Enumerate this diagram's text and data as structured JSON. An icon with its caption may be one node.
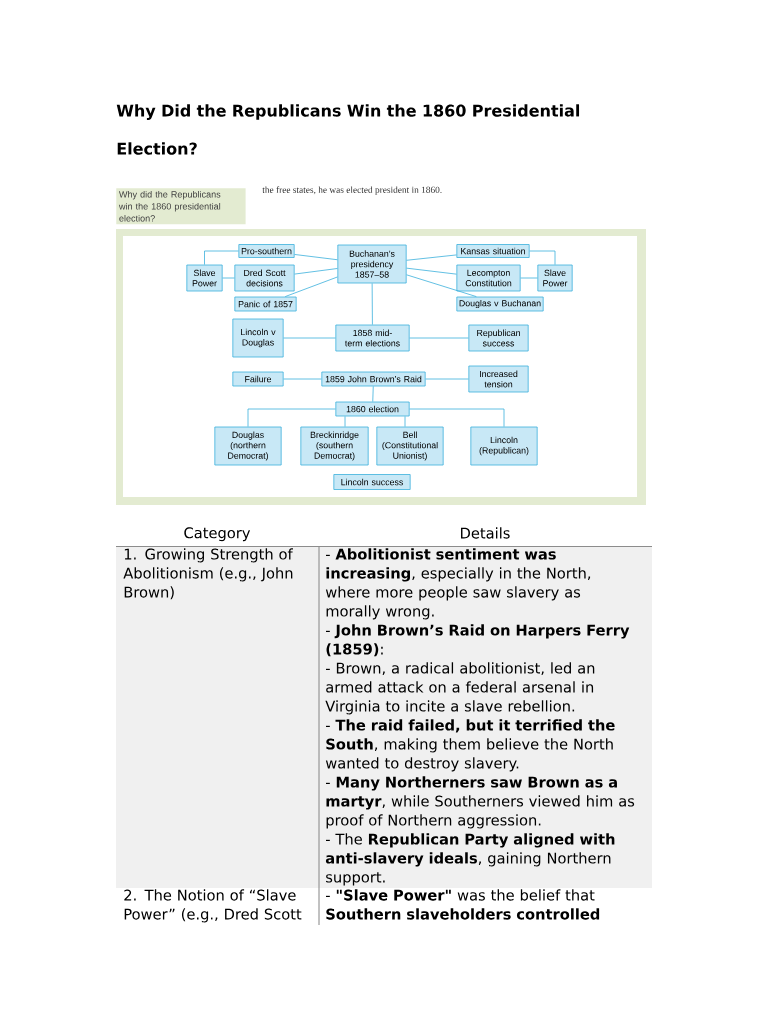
{
  "diagram": {
    "title": "Why Did the Republicans Win the 1860 Presidential Election?",
    "nodes": [
      {
        "text": [
          "Why did the Republicans win the 1860 presidential election?"
        ]
      },
      {
        "text": [
          "Pro-southern"
        ]
      },
      {
        "text": [
          "Buchanan’s presidency 1857–58"
        ]
      },
      {
        "text": [
          "Kansas situation"
        ]
      },
      {
        "text": [
          "Slave Power"
        ]
      },
      {
        "text": [
          "Dred Scott decisions"
        ]
      },
      {
        "text": [
          "Lecompton Constitution"
        ]
      },
      {
        "text": [
          "Slave Power"
        ]
      },
      {
        "text": [
          "Panic of 1857"
        ]
      },
      {
        "text": [
          "Douglas v Buchanan"
        ]
      },
      {
        "text": [
          "Lincoln v Douglas"
        ]
      },
      {
        "text": [
          "1858 mid-term elections"
        ]
      },
      {
        "text": [
          "Republican success"
        ]
      },
      {
        "text": [
          "Failure"
        ]
      },
      {
        "text": [
          "1859 John Brown’s Raid"
        ]
      },
      {
        "text": [
          "Increased tension"
        ]
      },
      {
        "text": [
          "1860 election"
        ]
      },
      {
        "text": [
          "Douglas (northern Democrat)"
        ]
      },
      {
        "text": [
          "Breckinridge (southern Democrat)"
        ]
      },
      {
        "text": [
          "Bell (Constitutional Unionist)"
        ]
      },
      {
        "text": [
          "Lincoln (Republican)"
        ]
      },
      {
        "text": [
          "Lincoln success"
        ]
      }
    ],
    "edges": [
      {
        "from": 1,
        "to": 2,
        "arrow": "none"
      },
      {
        "from": 5,
        "to": 2,
        "arrow": "none"
      },
      {
        "from": 8,
        "to": 2,
        "arrow": "none"
      },
      {
        "from": 2,
        "to": 3,
        "arrow": "none"
      },
      {
        "from": 2,
        "to": 6,
        "arrow": "none"
      },
      {
        "from": 2,
        "to": 9,
        "arrow": "none"
      },
      {
        "from": 4,
        "to": 1,
        "arrow": "none"
      },
      {
        "from": 4,
        "to": 5,
        "arrow": "none"
      },
      {
        "from": 3,
        "to": 7,
        "arrow": "none"
      },
      {
        "from": 6,
        "to": 7,
        "arrow": "none"
      },
      {
        "from": 2,
        "to": 11,
        "arrow": "none"
      },
      {
        "from": 10,
        "to": 11,
        "arrow": "none"
      },
      {
        "from": 11,
        "to": 12,
        "arrow": "none"
      },
      {
        "from": 13,
        "to": 14,
        "arrow": "none"
      },
      {
        "from": 14,
        "to": 15,
        "arrow": "none"
      },
      {
        "from": 14,
        "to": 16,
        "arrow": "none"
      },
      {
        "from": 16,
        "to": 17,
        "arrow": "none"
      },
      {
        "from": 16,
        "to": 18,
        "arrow": "none"
      },
      {
        "from": 16,
        "to": 19,
        "arrow": "none"
      },
      {
        "from": 16,
        "to": 20,
        "arrow": "none"
      }
    ],
    "labels": [
      "the free states, he was elected president in 1860.",
      "Category",
      "Details",
      "1. Growing Strength of Abolitionism (e.g., John Brown)",
      "- **Abolitionist sentiment was increasing**, especially in the North, where more people saw slavery as morally wrong.",
      "- **John Brown’s Raid on Harpers Ferry (1859)**:",
      "- Brown, a radical abolitionist, led an armed attack on a federal arsenal in Virginia to incite a slave rebellion.",
      "- **The raid failed, but it terrified the South**, making them believe the North wanted to destroy slavery.",
      "- **Many Northerners saw Brown as a martyr**, while Southerners viewed him as proof of Northern aggression.",
      "- The **Republican Party aligned with anti-slavery ideals**, gaining Northern support.",
      "2. The Notion of “Slave Power” (e.g., Dred Scott",
      "- **\"Slave Power\"** was the belief that **Southern slaveholders controlled**"
    ]
  }
}
